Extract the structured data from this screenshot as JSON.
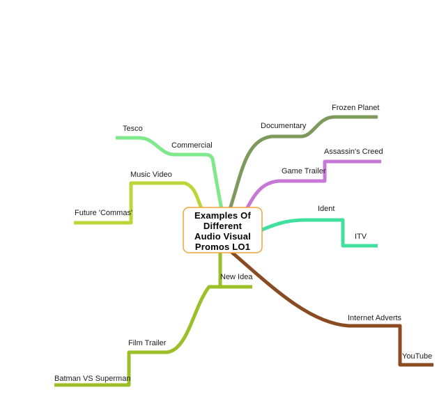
{
  "center": {
    "lines": [
      "Examples  Of",
      "Different",
      "Audio  Visual",
      "Promos  LO1"
    ]
  },
  "colors": {
    "center_border": "#f2a23a",
    "commercial": "#7ee88a",
    "music_video": "#bcd63a",
    "new_idea": "#9cbf28",
    "documentary": "#7d9a5c",
    "game_trailer": "#c678d6",
    "ident": "#3fdf9e",
    "internet_adverts": "#8a4a22"
  },
  "topics": {
    "tesco": "Tesco",
    "commercial": "Commercial",
    "music_video": "Music Video",
    "future_commas": "Future 'Commas'",
    "documentary": "Documentary",
    "frozen_planet": "Frozen Planet",
    "game_trailer": "Game Trailer",
    "assassins_creed": "Assassin's Creed",
    "ident": "Ident",
    "itv": "ITV",
    "new_idea": "New Idea",
    "film_trailer": "Film Trailer",
    "batman_vs_superman": "Batman VS Superman",
    "internet_adverts": "Internet Adverts",
    "youtube": "YouTube"
  }
}
